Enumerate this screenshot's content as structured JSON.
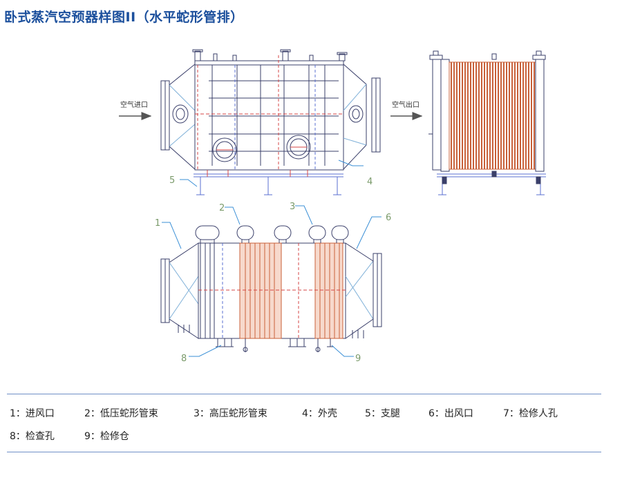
{
  "title": "卧式蒸汽空预器样图II（水平蛇形管排）",
  "side_view": {
    "inlet_label": "空气进口",
    "outlet_label": "空气出口"
  },
  "callouts": [
    "1",
    "2",
    "3",
    "4",
    "5",
    "6",
    "8",
    "9"
  ],
  "legend": [
    "1：进风口",
    "2：低压蛇形管束",
    "3：高压蛇形管束",
    "4：外壳",
    "5：支腿",
    "6：出风口",
    "7：检修人孔",
    "8：检查孔",
    "9：检修仓"
  ],
  "colors": {
    "title": "#1b4f9c",
    "line": "#3a3f6a",
    "tube": "#c8613a",
    "dash_red": "#d64545",
    "dash_blue": "#5a6fd0",
    "leader": "#3a8fd6",
    "callout_text": "#7a9a6a"
  }
}
